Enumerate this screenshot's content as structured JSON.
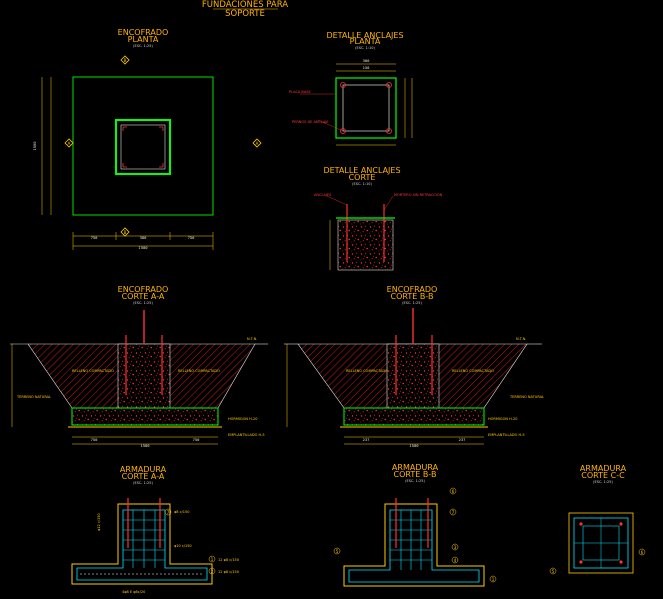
{
  "drawing": {
    "title_line1": "FUNDACIONES PARA",
    "title_line2": "SOPORTE"
  },
  "views": {
    "encofrado_planta": {
      "title1": "ENCOFRADO",
      "title2": "PLANTA",
      "scale": "(ESC. 1:25)"
    },
    "detalle_planta": {
      "title1": "DETALLE ANCLAJES",
      "title2": "PLANTA",
      "scale": "(ESC. 1:10)"
    },
    "detalle_corte": {
      "title1": "DETALLE ANCLAJES",
      "title2": "CORTE",
      "scale": "(ESC. 1:10)"
    },
    "encofrado_aa": {
      "title1": "ENCOFRADO",
      "title2": "CORTE A-A",
      "scale": "(ESC. 1:25)"
    },
    "encofrado_bb": {
      "title1": "ENCOFRADO",
      "title2": "CORTE B-B",
      "scale": "(ESC. 1:25)"
    },
    "armadura_aa": {
      "title1": "ARMADURA",
      "title2": "CORTE A-A",
      "scale": "(ESC. 1:25)"
    },
    "armadura_bb": {
      "title1": "ARMADURA",
      "title2": "CORTE B-B",
      "scale": "(ESC. 1:25)"
    },
    "armadura_cc": {
      "title1": "ARMADURA",
      "title2": "CORTE C-C",
      "scale": "(ESC. 1:25)"
    }
  },
  "section_marks": {
    "a": "A",
    "b": "B"
  },
  "dims": {
    "plan_overall": "1500",
    "plan_left": "750",
    "plan_right": "750",
    "plan_mid": "300",
    "plan_height": "1500",
    "anchor_w": "300",
    "anchor_inner": "150",
    "aa_total": "1500",
    "aa_left": "750",
    "aa_right": "750",
    "bb_total": "1500",
    "bb_left": "237",
    "bb_right": "237"
  },
  "labels": {
    "placa": "PLACA BASE",
    "pernos": "PERNOS DE ANCLAJE",
    "relleno_a": "RELLENO COMPACTADO",
    "relleno_b": "RELLENO COMPACTADO",
    "terreno_a": "TERRENO NATURAL",
    "terreno_b": "TERRENO NATURAL",
    "hormigon_a": "HORMIGON H-20",
    "hormigon_b": "HORMIGON H-20",
    "emplantillado_a": "EMPLANTILLADO H-5",
    "emplantillado_b": "EMPLANTILLADO H-5",
    "level_a": "N.T.N.",
    "level_b": "N.T.N.",
    "anclaje": "ANCLAJES",
    "mortero": "MORTERO SIN RETRACCION"
  },
  "rebar_notes": {
    "r1": "12 φ8 c/150",
    "r2": "12 φ8 c/150",
    "r3": "φ8 c/150",
    "r4": "φ10 c/150",
    "r5": "φ12 c/150",
    "r6": "4φ8 E φ8c/20"
  },
  "bubbles": {
    "b1": "1",
    "b2": "2",
    "b3": "3",
    "b4": "4",
    "b5": "5",
    "b6": "6",
    "b7": "7"
  }
}
